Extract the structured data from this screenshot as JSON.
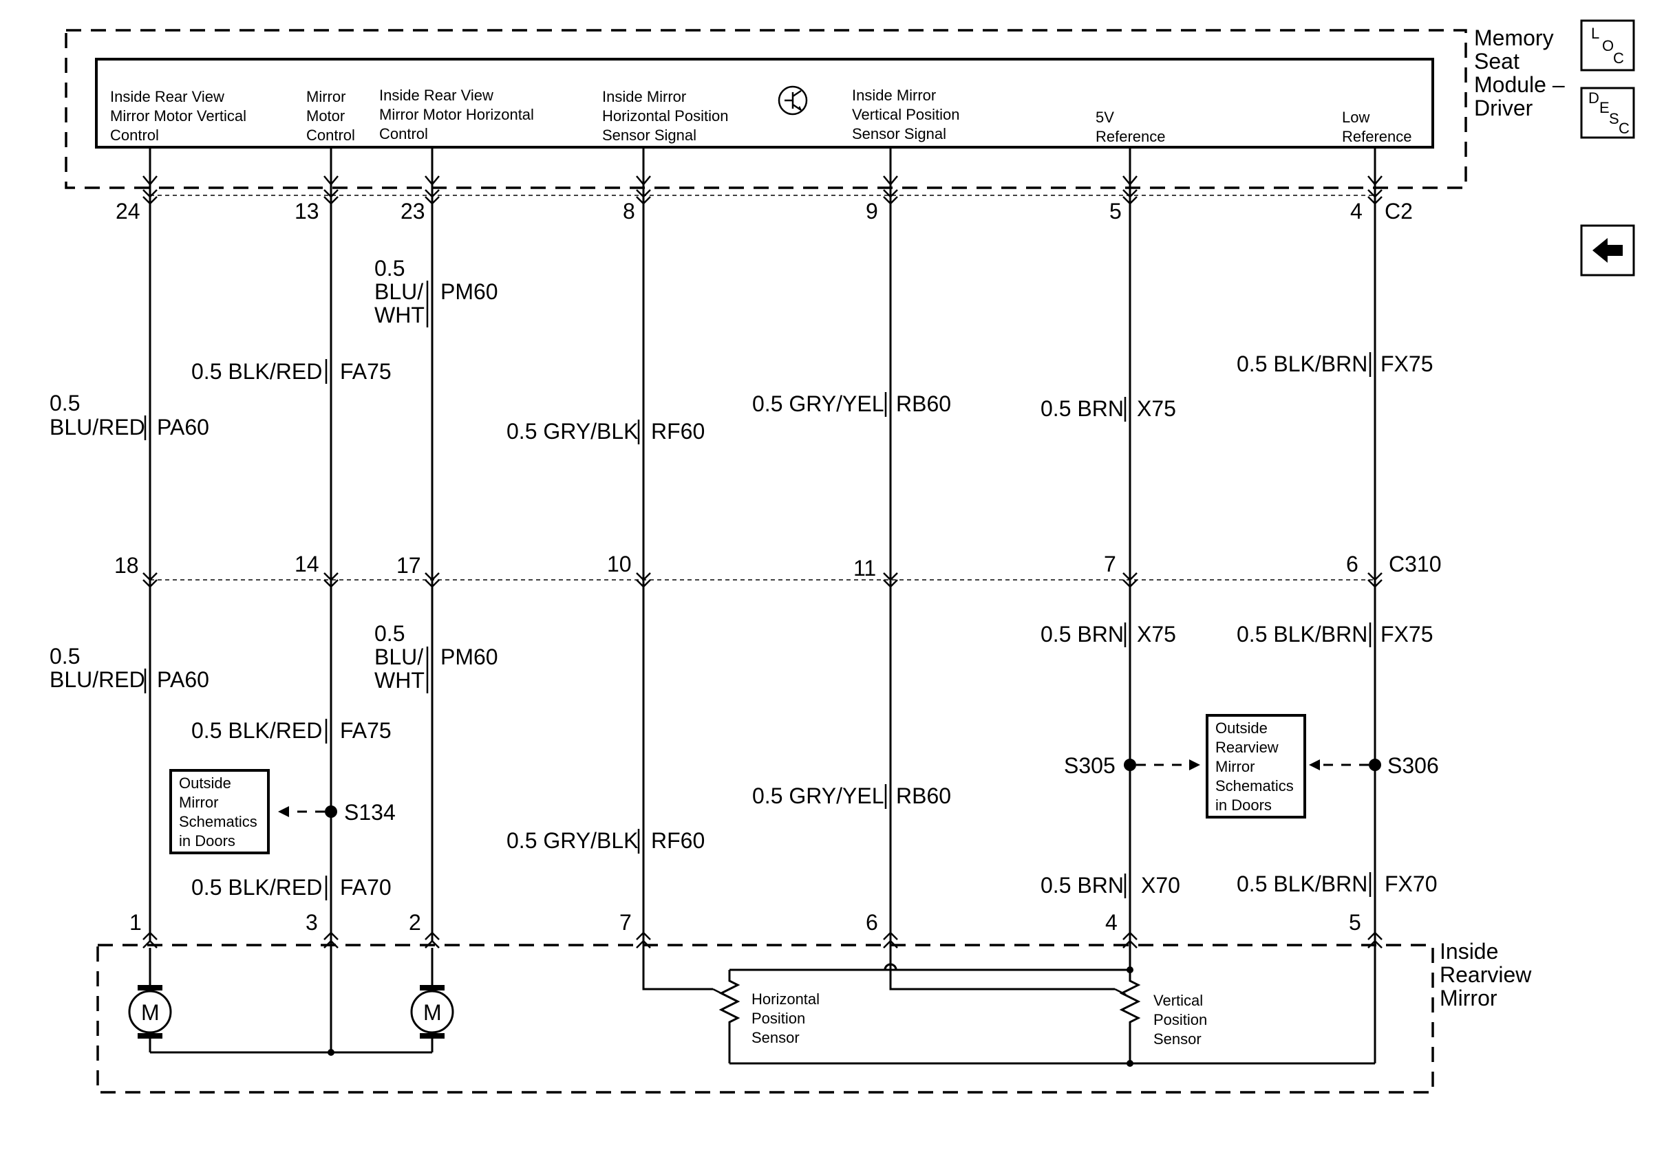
{
  "module": {
    "name_lines": [
      "Memory",
      "Seat",
      "Module –",
      "Driver"
    ],
    "connector_top": "C2",
    "pins": [
      {
        "label": [
          "Inside Rear View",
          "Mirror Motor Vertical",
          "Control"
        ],
        "pin": "24"
      },
      {
        "label": [
          "Mirror",
          "Motor",
          "Control"
        ],
        "pin": "13"
      },
      {
        "label": [
          "Inside Rear View",
          "Mirror Motor Horizontal",
          "Control"
        ],
        "pin": "23"
      },
      {
        "label": [
          "Inside Mirror",
          "Horizontal Position",
          "Sensor Signal"
        ],
        "pin": "8"
      },
      {
        "label": [
          "Inside Mirror",
          "Vertical Position",
          "Sensor Signal"
        ],
        "pin": "9"
      },
      {
        "label": [
          "5V",
          "Reference"
        ],
        "pin": "5"
      },
      {
        "label": [
          "Low",
          "Reference"
        ],
        "pin": "4"
      }
    ]
  },
  "connector_mid": {
    "name": "C310",
    "pins": [
      "18",
      "14",
      "17",
      "10",
      "11",
      "7",
      "6"
    ]
  },
  "wires_upper": [
    {
      "gauge": "0.5",
      "color": "BLU/RED",
      "circuit": "PA60"
    },
    {
      "gauge": "0.5 BLK/RED",
      "circuit": "FA75"
    },
    {
      "gauge": "0.5",
      "color": "BLU/",
      "color2": "WHT",
      "circuit": "PM60"
    },
    {
      "gauge": "0.5 GRY/BLK",
      "circuit": "RF60"
    },
    {
      "gauge": "0.5 GRY/YEL",
      "circuit": "RB60"
    },
    {
      "gauge": "0.5 BRN",
      "circuit": "X75"
    },
    {
      "gauge": "0.5 BLK/BRN",
      "circuit": "FX75"
    }
  ],
  "wires_lower": [
    {
      "gauge": "0.5",
      "color": "BLU/RED",
      "circuit": "PA60"
    },
    {
      "gauge": "0.5 BLK/RED",
      "circuit": "FA75"
    },
    {
      "gauge": "0.5",
      "color": "BLU/",
      "color2": "WHT",
      "circuit": "PM60"
    },
    {
      "gauge": "0.5 GRY/BLK",
      "circuit": "RF60"
    },
    {
      "gauge": "0.5 GRY/YEL",
      "circuit": "RB60"
    },
    {
      "gauge": "0.5 BRN",
      "circuit": "X75"
    },
    {
      "gauge": "0.5 BLK/BRN",
      "circuit": "FX75"
    }
  ],
  "wires_bottom": [
    {
      "gauge": "0.5 BLK/RED",
      "circuit": "FA70"
    },
    {
      "gauge": "0.5 BRN",
      "circuit": "X70"
    },
    {
      "gauge": "0.5 BLK/BRN",
      "circuit": "FX70"
    }
  ],
  "splices": {
    "s134": "S134",
    "s305": "S305",
    "s306": "S306"
  },
  "ref_boxes": {
    "outside_mirror": [
      "Outside",
      "Mirror",
      "Schematics",
      "in Doors"
    ],
    "outside_rearview": [
      "Outside",
      "Rearview",
      "Mirror",
      "Schematics",
      "in Doors"
    ]
  },
  "mirror": {
    "name_lines": [
      "Inside",
      "Rearview",
      "Mirror"
    ],
    "pins": [
      "1",
      "3",
      "2",
      "7",
      "6",
      "4",
      "5"
    ],
    "motor_label": "M",
    "horizontal_sensor": [
      "Horizontal",
      "Position",
      "Sensor"
    ],
    "vertical_sensor": [
      "Vertical",
      "Position",
      "Sensor"
    ]
  },
  "nav": {
    "loc_letters": [
      "L",
      "O",
      "C"
    ],
    "desc_letters": [
      "D",
      "E",
      "S",
      "C"
    ]
  }
}
